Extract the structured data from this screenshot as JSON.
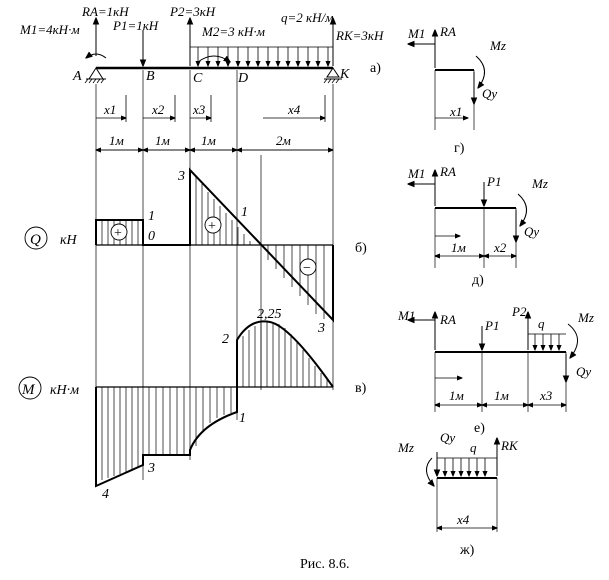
{
  "colors": {
    "ink": "#000000",
    "paper": "#ffffff"
  },
  "caption": "Рис. 8.6.",
  "panel_labels": {
    "a": "а)",
    "b": "б)",
    "v": "в)",
    "g": "г)",
    "d": "д)",
    "e": "е)",
    "zh": "ж)"
  },
  "beam": {
    "support_left": "A",
    "support_right": "K",
    "points": {
      "B": "B",
      "C": "C",
      "D": "D"
    },
    "loads": {
      "M1": "M1=4кН·м",
      "RA": "RA=1кН",
      "P1": "P1=1кН",
      "P2": "P2=3кН",
      "M2": "M2=3 кН·м",
      "q": "q=2 кН/м",
      "RK": "RK=3кН"
    },
    "sections": [
      "x1",
      "x2",
      "x3",
      "x4"
    ],
    "segments": [
      "1м",
      "1м",
      "1м",
      "2м"
    ]
  },
  "shear": {
    "symbol": "Q",
    "unit": "кН",
    "values": [
      1,
      1,
      0,
      3,
      1,
      -3
    ],
    "labels": [
      "1",
      "0",
      "3",
      "1",
      "3"
    ],
    "signs": [
      "+",
      "+",
      "−"
    ]
  },
  "moment": {
    "symbol": "M",
    "unit": "кН·м",
    "values": [
      -4,
      -3,
      -1,
      2,
      2.25,
      0
    ],
    "labels": [
      "4",
      "3",
      "1",
      "2",
      "2,25"
    ]
  },
  "free_bodies": {
    "g": {
      "forces": [
        "M1",
        "RA",
        "Mz",
        "Qy"
      ],
      "section": "x1"
    },
    "d": {
      "forces": [
        "M1",
        "RA",
        "P1",
        "Mz",
        "Qy"
      ],
      "dims": [
        "1м",
        "x2"
      ]
    },
    "e": {
      "forces": [
        "M1",
        "RA",
        "P1",
        "P2",
        "q",
        "Mz",
        "Qy"
      ],
      "dims": [
        "1м",
        "1м",
        "x3"
      ]
    },
    "zh": {
      "forces": [
        "Mz",
        "Qy",
        "q",
        "RK"
      ],
      "section": "x4"
    }
  }
}
